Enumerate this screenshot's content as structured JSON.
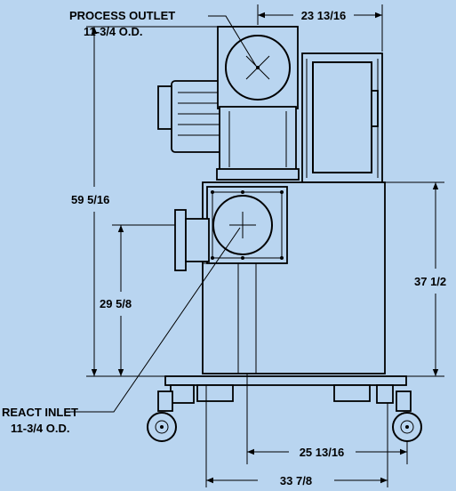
{
  "colors": {
    "background": "#b9d5f0",
    "ink": "#000000"
  },
  "labels": {
    "process_outlet_name": "PROCESS OUTLET",
    "process_outlet_size": "11-3/4 O.D.",
    "react_inlet_name": "REACT INLET",
    "react_inlet_size": "11-3/4 O.D."
  },
  "dimensions": {
    "top_width": "23 13/16",
    "overall_height": "59 5/16",
    "lower_height": "37 1/2",
    "inlet_height": "29 5/8",
    "caster_span": "25 13/16",
    "overall_base": "33 7/8"
  }
}
